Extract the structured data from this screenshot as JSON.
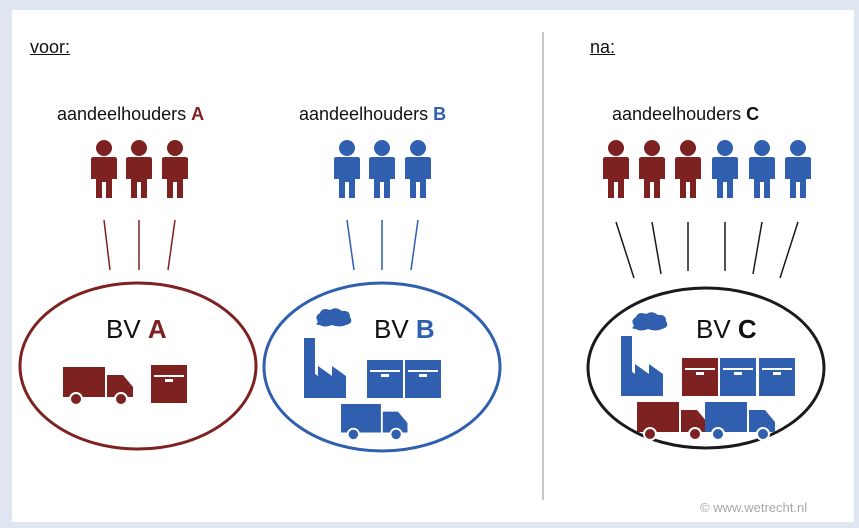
{
  "labels": {
    "before": "voor:",
    "after": "na:"
  },
  "groups": {
    "a": {
      "shareholders_text": "aandeelhouders",
      "shareholders_letter": "A",
      "company_text": "BV",
      "company_letter": "A"
    },
    "b": {
      "shareholders_text": "aandeelhouders",
      "shareholders_letter": "B",
      "company_text": "BV",
      "company_letter": "B"
    },
    "c": {
      "shareholders_text": "aandeelhouders",
      "shareholders_letter": "C",
      "company_text": "BV",
      "company_letter": "C"
    }
  },
  "watermark": "© www.wetrecht.nl",
  "colors": {
    "red": "#7d2121",
    "blue": "#2f5fae",
    "black": "#1a1a1a",
    "frame": "#dfe6f1",
    "divider": "#b5b5b5"
  },
  "icons": [
    "person-icon",
    "truck-icon",
    "box-icon",
    "factory-icon",
    "smoke-cloud-icon"
  ]
}
